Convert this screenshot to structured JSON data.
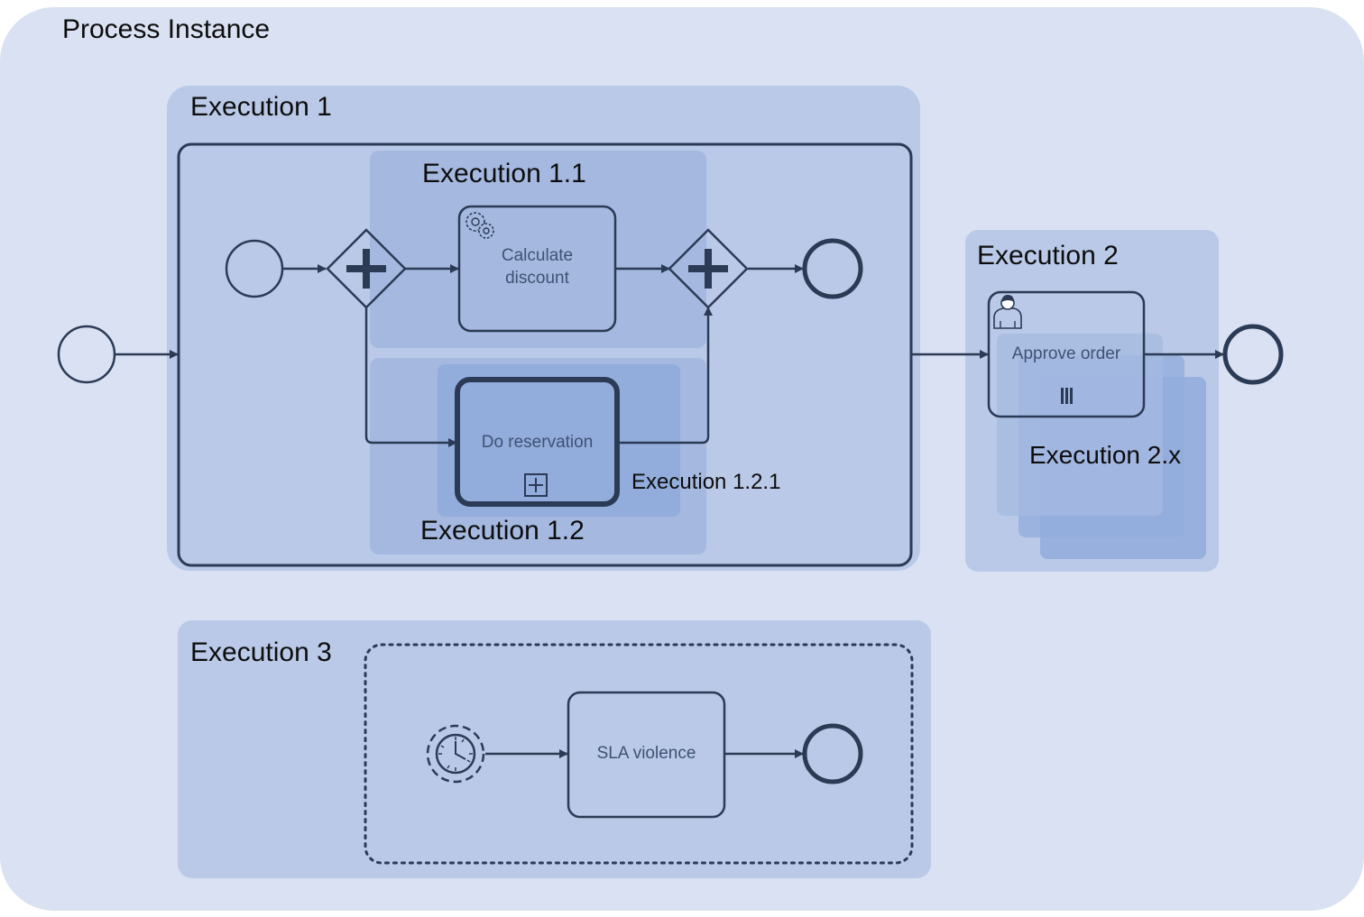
{
  "process_instance": {
    "label": "Process Instance"
  },
  "executions": {
    "e1": "Execution 1",
    "e1_1": "Execution 1.1",
    "e1_2": "Execution 1.2",
    "e1_2_1": "Execution 1.2.1",
    "e2": "Execution 2",
    "e2_x": "Execution 2.x",
    "e3": "Execution 3"
  },
  "tasks": {
    "calculate_discount_line1": "Calculate",
    "calculate_discount_line2": "discount",
    "do_reservation": "Do reservation",
    "approve_order": "Approve order",
    "sla_violence": "SLA violence"
  },
  "colors": {
    "background": "#d9e1f2",
    "execution_fill": "#b9c9e7",
    "inner_fill": "#a5b9e0",
    "stroke": "#2b3a55"
  },
  "icons": [
    "gear-icon",
    "user-icon",
    "timer-icon",
    "subprocess-plus-icon",
    "parallel-multi-instance-icon",
    "parallel-gateway-icon"
  ]
}
